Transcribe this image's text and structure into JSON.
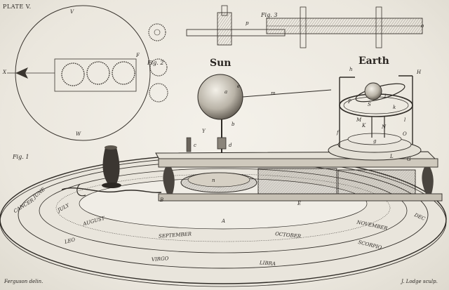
{
  "plate_label": "PLATE V.",
  "labels": {
    "sun": "Sun",
    "earth": "Earth",
    "fig1": "Fig. 1",
    "fig2": "Fig. 2",
    "fig3": "Fig. 3",
    "engraver_left": "Ferguson delin.",
    "engraver_right": "J. Lodge sculp."
  },
  "month_labels": [
    "JULY",
    "AUGUST",
    "SEPTEMBER",
    "OCTOBER",
    "NOVEMBER",
    "DEC",
    "JUNE"
  ],
  "zodiac_labels": [
    "CANCER",
    "LEO",
    "VIRGO",
    "LIBRA",
    "SCORPIO"
  ],
  "part_letters": [
    "A",
    "B",
    "E",
    "F",
    "G",
    "H",
    "K",
    "L",
    "M",
    "N",
    "O",
    "P",
    "S",
    "V",
    "W",
    "X",
    "Y",
    "a",
    "b",
    "c",
    "d",
    "e",
    "f",
    "g",
    "h",
    "i",
    "k",
    "l",
    "m",
    "n",
    "o",
    "p"
  ],
  "colors": {
    "paper": "#efece4",
    "ink": "#2a2622",
    "shade": "#8a847a"
  }
}
